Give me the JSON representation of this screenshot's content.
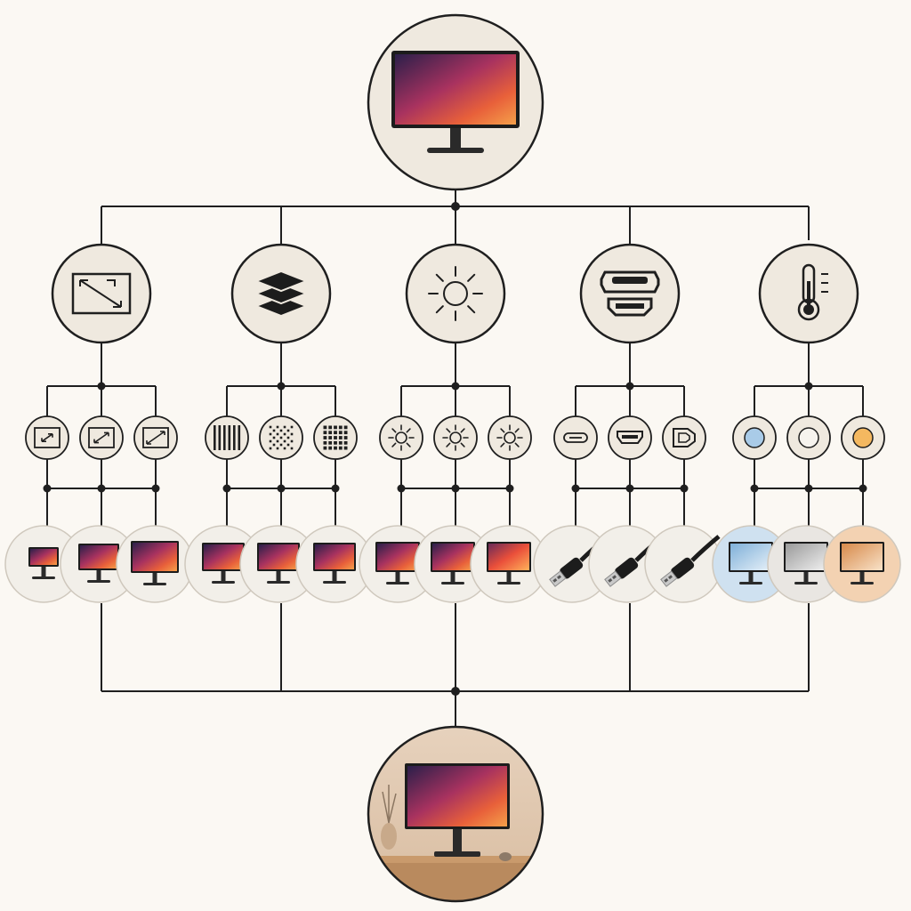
{
  "palette": {
    "background": "#fbf8f3",
    "node_fill": "#efe9df",
    "line": "#1f1f1f",
    "screen_dark": "#2b1f4a",
    "screen_mid": "#c2405a",
    "screen_light": "#f28a3c"
  },
  "diagram": {
    "root": {
      "name": "monitor-root-node",
      "icon": "monitor-icon"
    },
    "output": {
      "name": "monitor-desk-output-node",
      "icon": "monitor-on-desk-photo"
    },
    "categories": [
      {
        "name": "screen-size",
        "icon": "resize-diagonal-icon",
        "options": [
          "resize-small-icon",
          "resize-medium-icon",
          "resize-large-icon"
        ],
        "results": [
          "monitor-small-thumb",
          "monitor-medium-thumb",
          "monitor-large-thumb"
        ]
      },
      {
        "name": "panel-resolution",
        "icon": "layers-stack-icon",
        "options": [
          "vertical-lines-icon",
          "dot-grid-icon",
          "pixel-grid-icon"
        ],
        "results": [
          "monitor-res-low-thumb",
          "monitor-res-mid-thumb",
          "monitor-res-high-thumb"
        ]
      },
      {
        "name": "brightness",
        "icon": "sun-icon",
        "options": [
          "sun-low-icon",
          "sun-mid-icon",
          "sun-high-icon"
        ],
        "results": [
          "monitor-bright-low-thumb",
          "monitor-bright-mid-thumb",
          "monitor-bright-high-thumb"
        ]
      },
      {
        "name": "ports",
        "icon": "hdmi-ports-icon",
        "options": [
          "usb-c-port-icon",
          "hdmi-port-icon",
          "displayport-icon"
        ],
        "results": [
          "usb-c-cable-thumb",
          "hdmi-cable-thumb",
          "displayport-cable-thumb"
        ]
      },
      {
        "name": "color-temperature",
        "icon": "thermometer-icon",
        "options": [
          "cool-color-dot-icon",
          "neutral-color-dot-icon",
          "warm-color-dot-icon"
        ],
        "option_colors": [
          "#a9cbe8",
          "#f6f3ee",
          "#f4b860"
        ],
        "results": [
          "monitor-cool-tint-thumb",
          "monitor-neutral-tint-thumb",
          "monitor-warm-tint-thumb"
        ],
        "result_tints": [
          "#cfe1f0",
          "#e9e6e2",
          "#f3d2b2"
        ]
      }
    ]
  }
}
